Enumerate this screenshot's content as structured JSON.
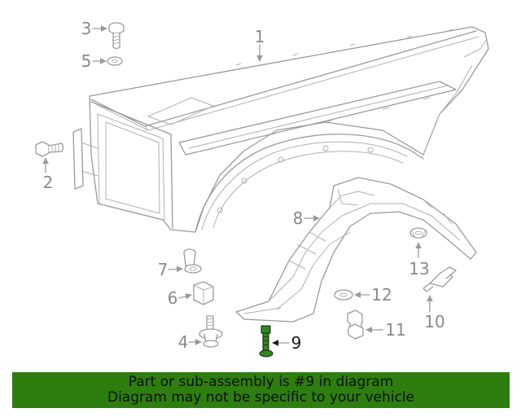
{
  "diagram": {
    "callouts": [
      {
        "id": "1",
        "text": "1"
      },
      {
        "id": "2",
        "text": "2"
      },
      {
        "id": "3",
        "text": "3"
      },
      {
        "id": "4",
        "text": "4"
      },
      {
        "id": "5",
        "text": "5"
      },
      {
        "id": "6",
        "text": "6"
      },
      {
        "id": "7",
        "text": "7"
      },
      {
        "id": "8",
        "text": "8"
      },
      {
        "id": "9",
        "text": "9",
        "highlighted": true
      },
      {
        "id": "10",
        "text": "10"
      },
      {
        "id": "11",
        "text": "11"
      },
      {
        "id": "12",
        "text": "12"
      },
      {
        "id": "13",
        "text": "13"
      }
    ]
  },
  "banner": {
    "line1": "Part or sub-assembly is #9 in diagram",
    "line2": "Diagram may not be specific to your vehicle"
  },
  "colors": {
    "banner_background": "#2d7d0f",
    "highlight_part": "#2f8a1a",
    "line_art": "#9a9a9a"
  }
}
